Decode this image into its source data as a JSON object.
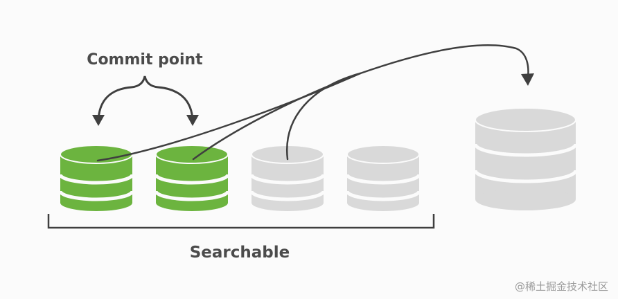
{
  "diagram": {
    "commit_label": "Commit point",
    "searchable_label": "Searchable",
    "watermark": "@稀土掘金技术社区"
  },
  "colors": {
    "committed": "#6cb43f",
    "uncommitted": "#d9d9d9",
    "disk": "#d9d9d9",
    "ink": "#3f3f3f",
    "text": "#4b4b4b"
  }
}
